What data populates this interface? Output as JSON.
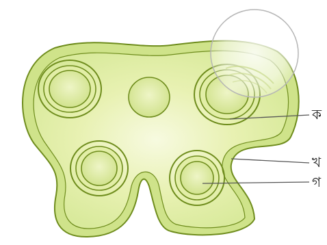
{
  "diagram": {
    "labels": {
      "ka": "ক",
      "kha": "খ",
      "ga": "গ"
    },
    "colors": {
      "outer_tissue": "#cfe38a",
      "inner_tissue": "#e9f2b4",
      "center_glow": "#f6f9dc",
      "outline": "#6e8c1c",
      "pollen_fill": "#d7e89a",
      "leader_line": "#555555",
      "lens_edge": "#b5b5b5"
    }
  }
}
